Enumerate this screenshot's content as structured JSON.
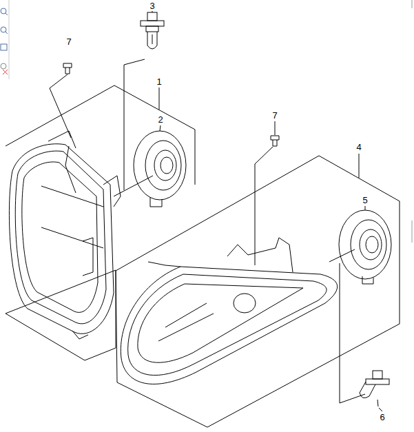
{
  "diagram": {
    "labels": [
      "3",
      "7",
      "1",
      "7",
      "2",
      "4",
      "5",
      "6"
    ]
  }
}
